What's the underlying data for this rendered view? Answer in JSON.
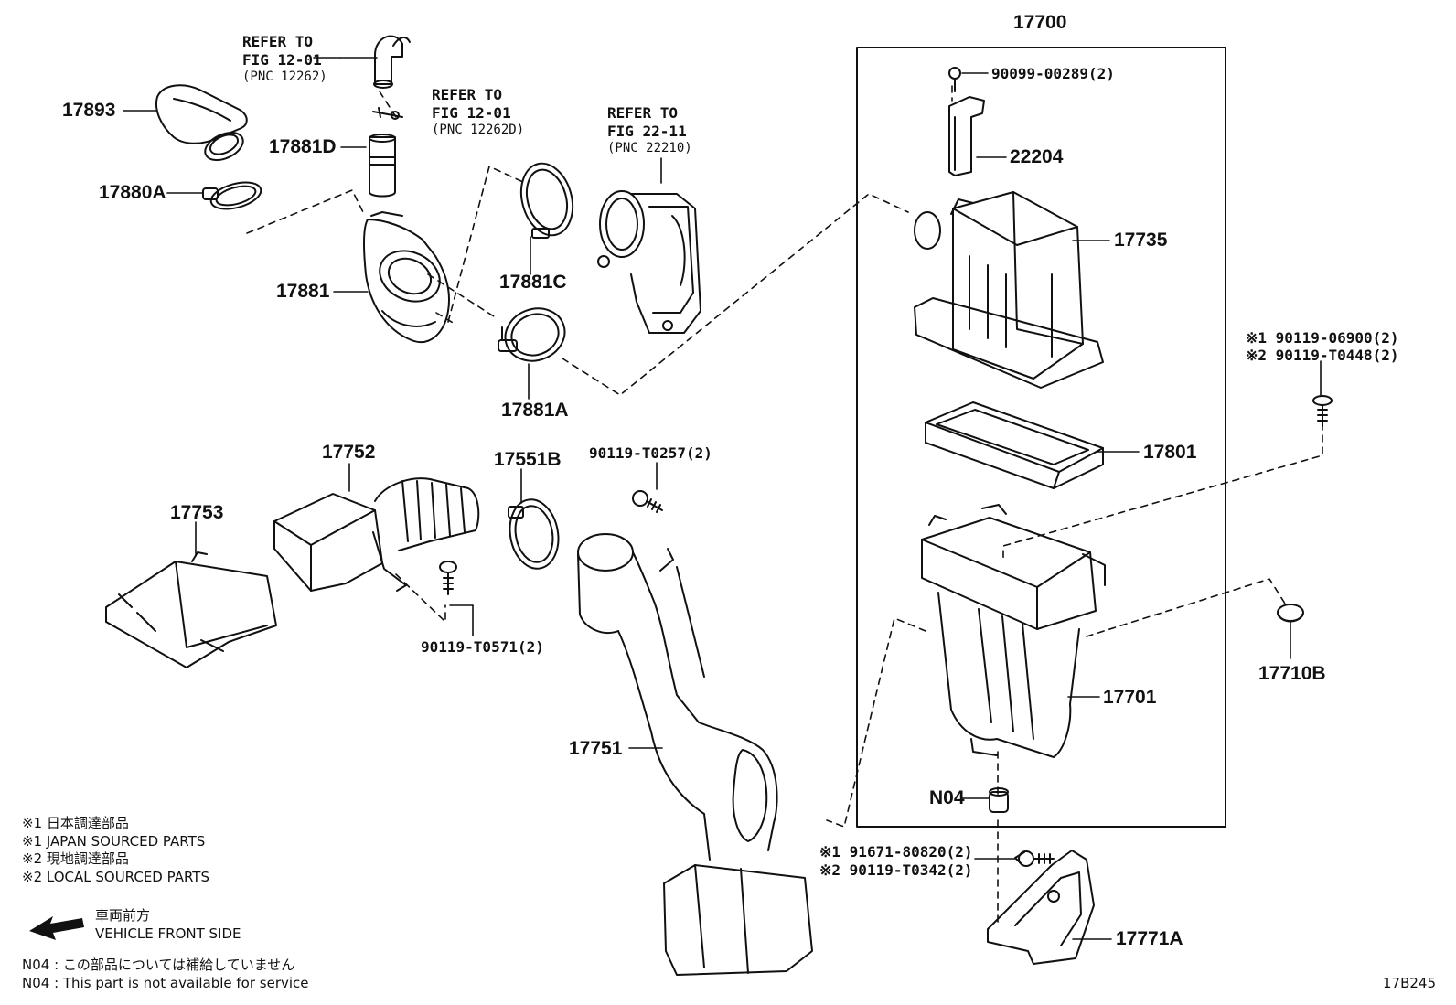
{
  "refs": {
    "r1": [
      "REFER TO",
      "FIG 12-01",
      "(PNC 12262)"
    ],
    "r2": [
      "REFER TO",
      "FIG 12-01",
      "(PNC 12262D)"
    ],
    "r3": [
      "REFER TO",
      "FIG 22-11",
      "(PNC 22210)"
    ]
  },
  "labels": {
    "p17893": "17893",
    "p17881D": "17881D",
    "p17880A": "17880A",
    "p17881": "17881",
    "p17881C": "17881C",
    "p17881A": "17881A",
    "p17700": "17700",
    "p22204": "22204",
    "p17735": "17735",
    "p17801": "17801",
    "p17701": "17701",
    "pN04": "N04",
    "p17771A": "17771A",
    "p17710B": "17710B",
    "p17752": "17752",
    "p17753": "17753",
    "p17551B": "17551B",
    "p17751": "17751"
  },
  "partnums": {
    "b1": "90099-00289(2)",
    "b2a": "※1 90119-06900(2)",
    "b2b": "※2 90119-T0448(2)",
    "b3": "90119-T0257(2)",
    "b4": "90119-T0571(2)",
    "b5a": "※1 91671-80820(2)",
    "b5b": "※2 90119-T0342(2)"
  },
  "notes": {
    "n1": "※1  日本調達部品",
    "n2": "※1  JAPAN SOURCED PARTS",
    "n3": "※2  現地調達部品",
    "n4": "※2  LOCAL SOURCED PARTS",
    "front_jp": "車両前方",
    "front_en": "VEHICLE FRONT SIDE",
    "n04_jp": "N04 : この部品については補給していません",
    "n04_en": "N04 : This part is not available for service"
  },
  "code": "17B245"
}
